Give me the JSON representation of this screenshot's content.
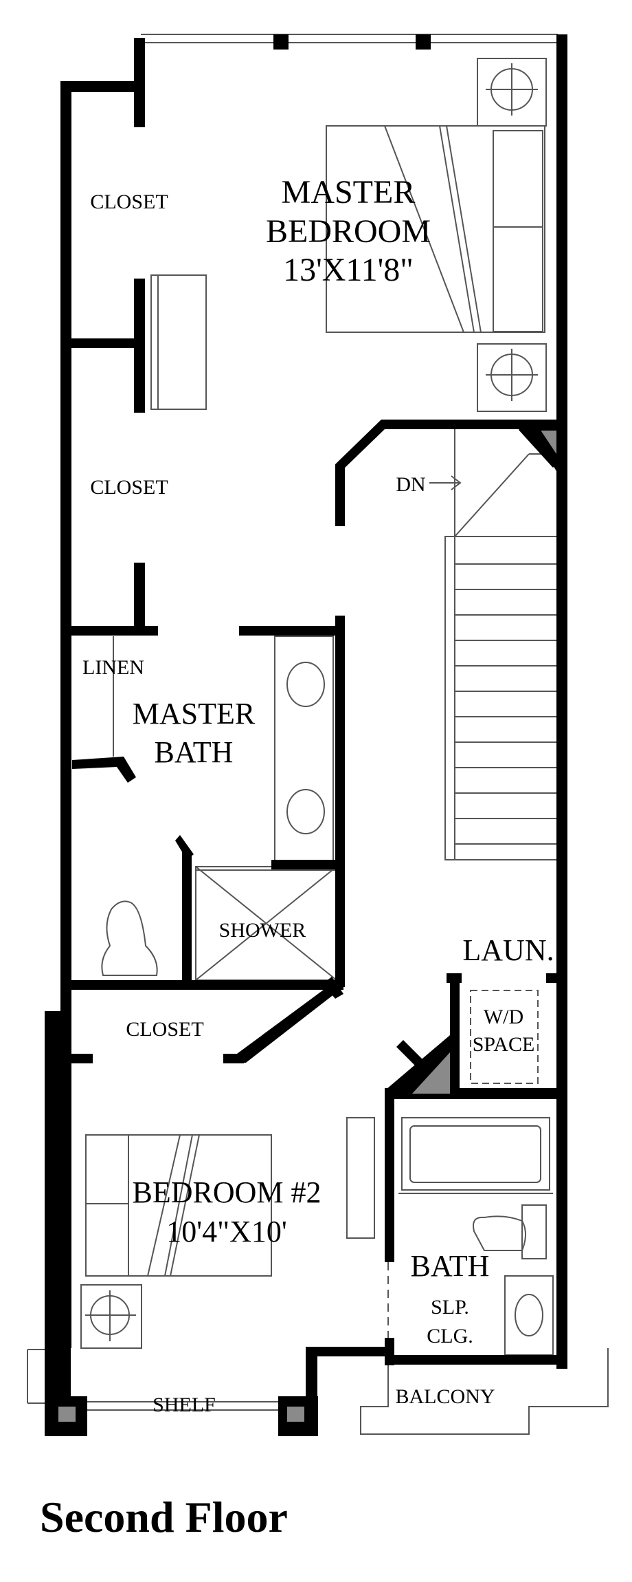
{
  "rooms": {
    "master_bedroom": {
      "name_line1": "MASTER",
      "name_line2": "BEDROOM",
      "dimensions": "13'X11'8\""
    },
    "closet_top": "CLOSET",
    "closet_middle": "CLOSET",
    "stairs_label": "DN",
    "linen": "LINEN",
    "master_bath": {
      "name_line1": "MASTER",
      "name_line2": "BATH"
    },
    "shower": "SHOWER",
    "laundry": "LAUN.",
    "wd_space": {
      "line1": "W/D",
      "line2": "SPACE"
    },
    "closet_bedroom2": "CLOSET",
    "bedroom2": {
      "name": "BEDROOM #2",
      "dimensions": "10'4\"X10'"
    },
    "bath": {
      "name": "BATH",
      "note_line1": "SLP.",
      "note_line2": "CLG."
    },
    "balcony": "BALCONY",
    "shelf": "SHELF"
  },
  "caption": "Second Floor"
}
